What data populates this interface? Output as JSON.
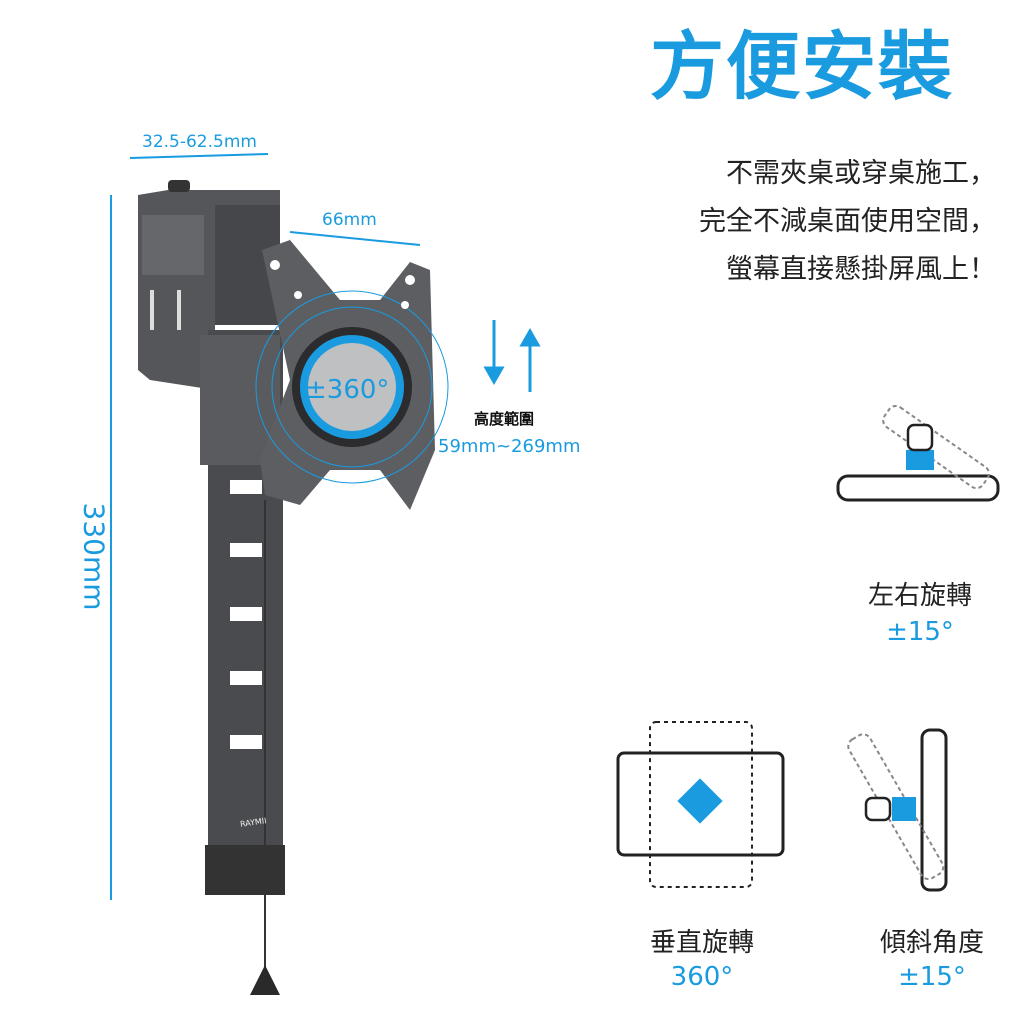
{
  "title": "方便安裝",
  "description": [
    "不需夾桌或穿桌施工，",
    "完全不減桌面使用空間，",
    "螢幕直接懸掛屏風上！"
  ],
  "dimensions": {
    "clamp_width": "32.5-62.5mm",
    "plate_width": "66mm",
    "total_height": "330mm",
    "rotation": "±360°",
    "height_range_label": "高度範圍",
    "height_range_value": "59mm~269mm"
  },
  "brand": "RAYMII",
  "features": [
    {
      "label": "左右旋轉",
      "value": "±15°"
    },
    {
      "label": "垂直旋轉",
      "value": "360°"
    },
    {
      "label": "傾斜角度",
      "value": "±15°"
    }
  ],
  "colors": {
    "accent": "#1a9be0",
    "metal": "#4a4b4f"
  }
}
